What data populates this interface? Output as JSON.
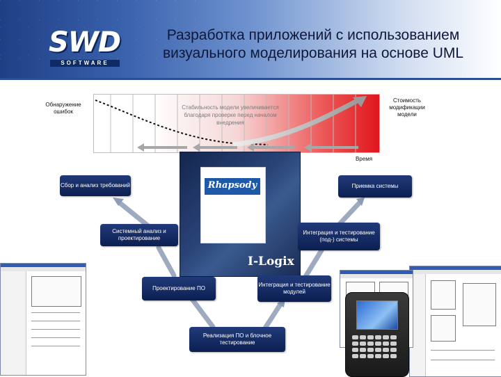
{
  "header": {
    "logo_main": "SWD",
    "logo_sub": "SOFTWARE",
    "title_line1": "Разработка приложений с использованием",
    "title_line2": "визуального моделирования на основе UML"
  },
  "graph": {
    "left_label": "Обнаружение ошибок",
    "right_label": "Стоимость модификации модели",
    "center_text_line1": "Стабильность модели увеличивается",
    "center_text_line2": "благодаря проверке перед началом",
    "center_text_line3": "внедрения",
    "axis_label": "Время"
  },
  "product": {
    "name": "Rhapsody",
    "vendor": "I-Logix"
  },
  "nodes": {
    "requirements": "Сбор и анализ требований",
    "system_analysis": "Системный анализ и проектирование",
    "software_design": "Проектирование ПО",
    "implementation": "Реализация ПО и блочное тестирование",
    "module_testing": "Интеграция и тестирование модулей",
    "subsystem_testing": "Интеграция и тестирование (под-) системы",
    "acceptance": "Приемка системы"
  },
  "colors": {
    "node_bg": "#0b1f52",
    "header_dark": "#1f3f85",
    "cost_red": "#e0161c",
    "arrow": "#7f8fa8"
  }
}
